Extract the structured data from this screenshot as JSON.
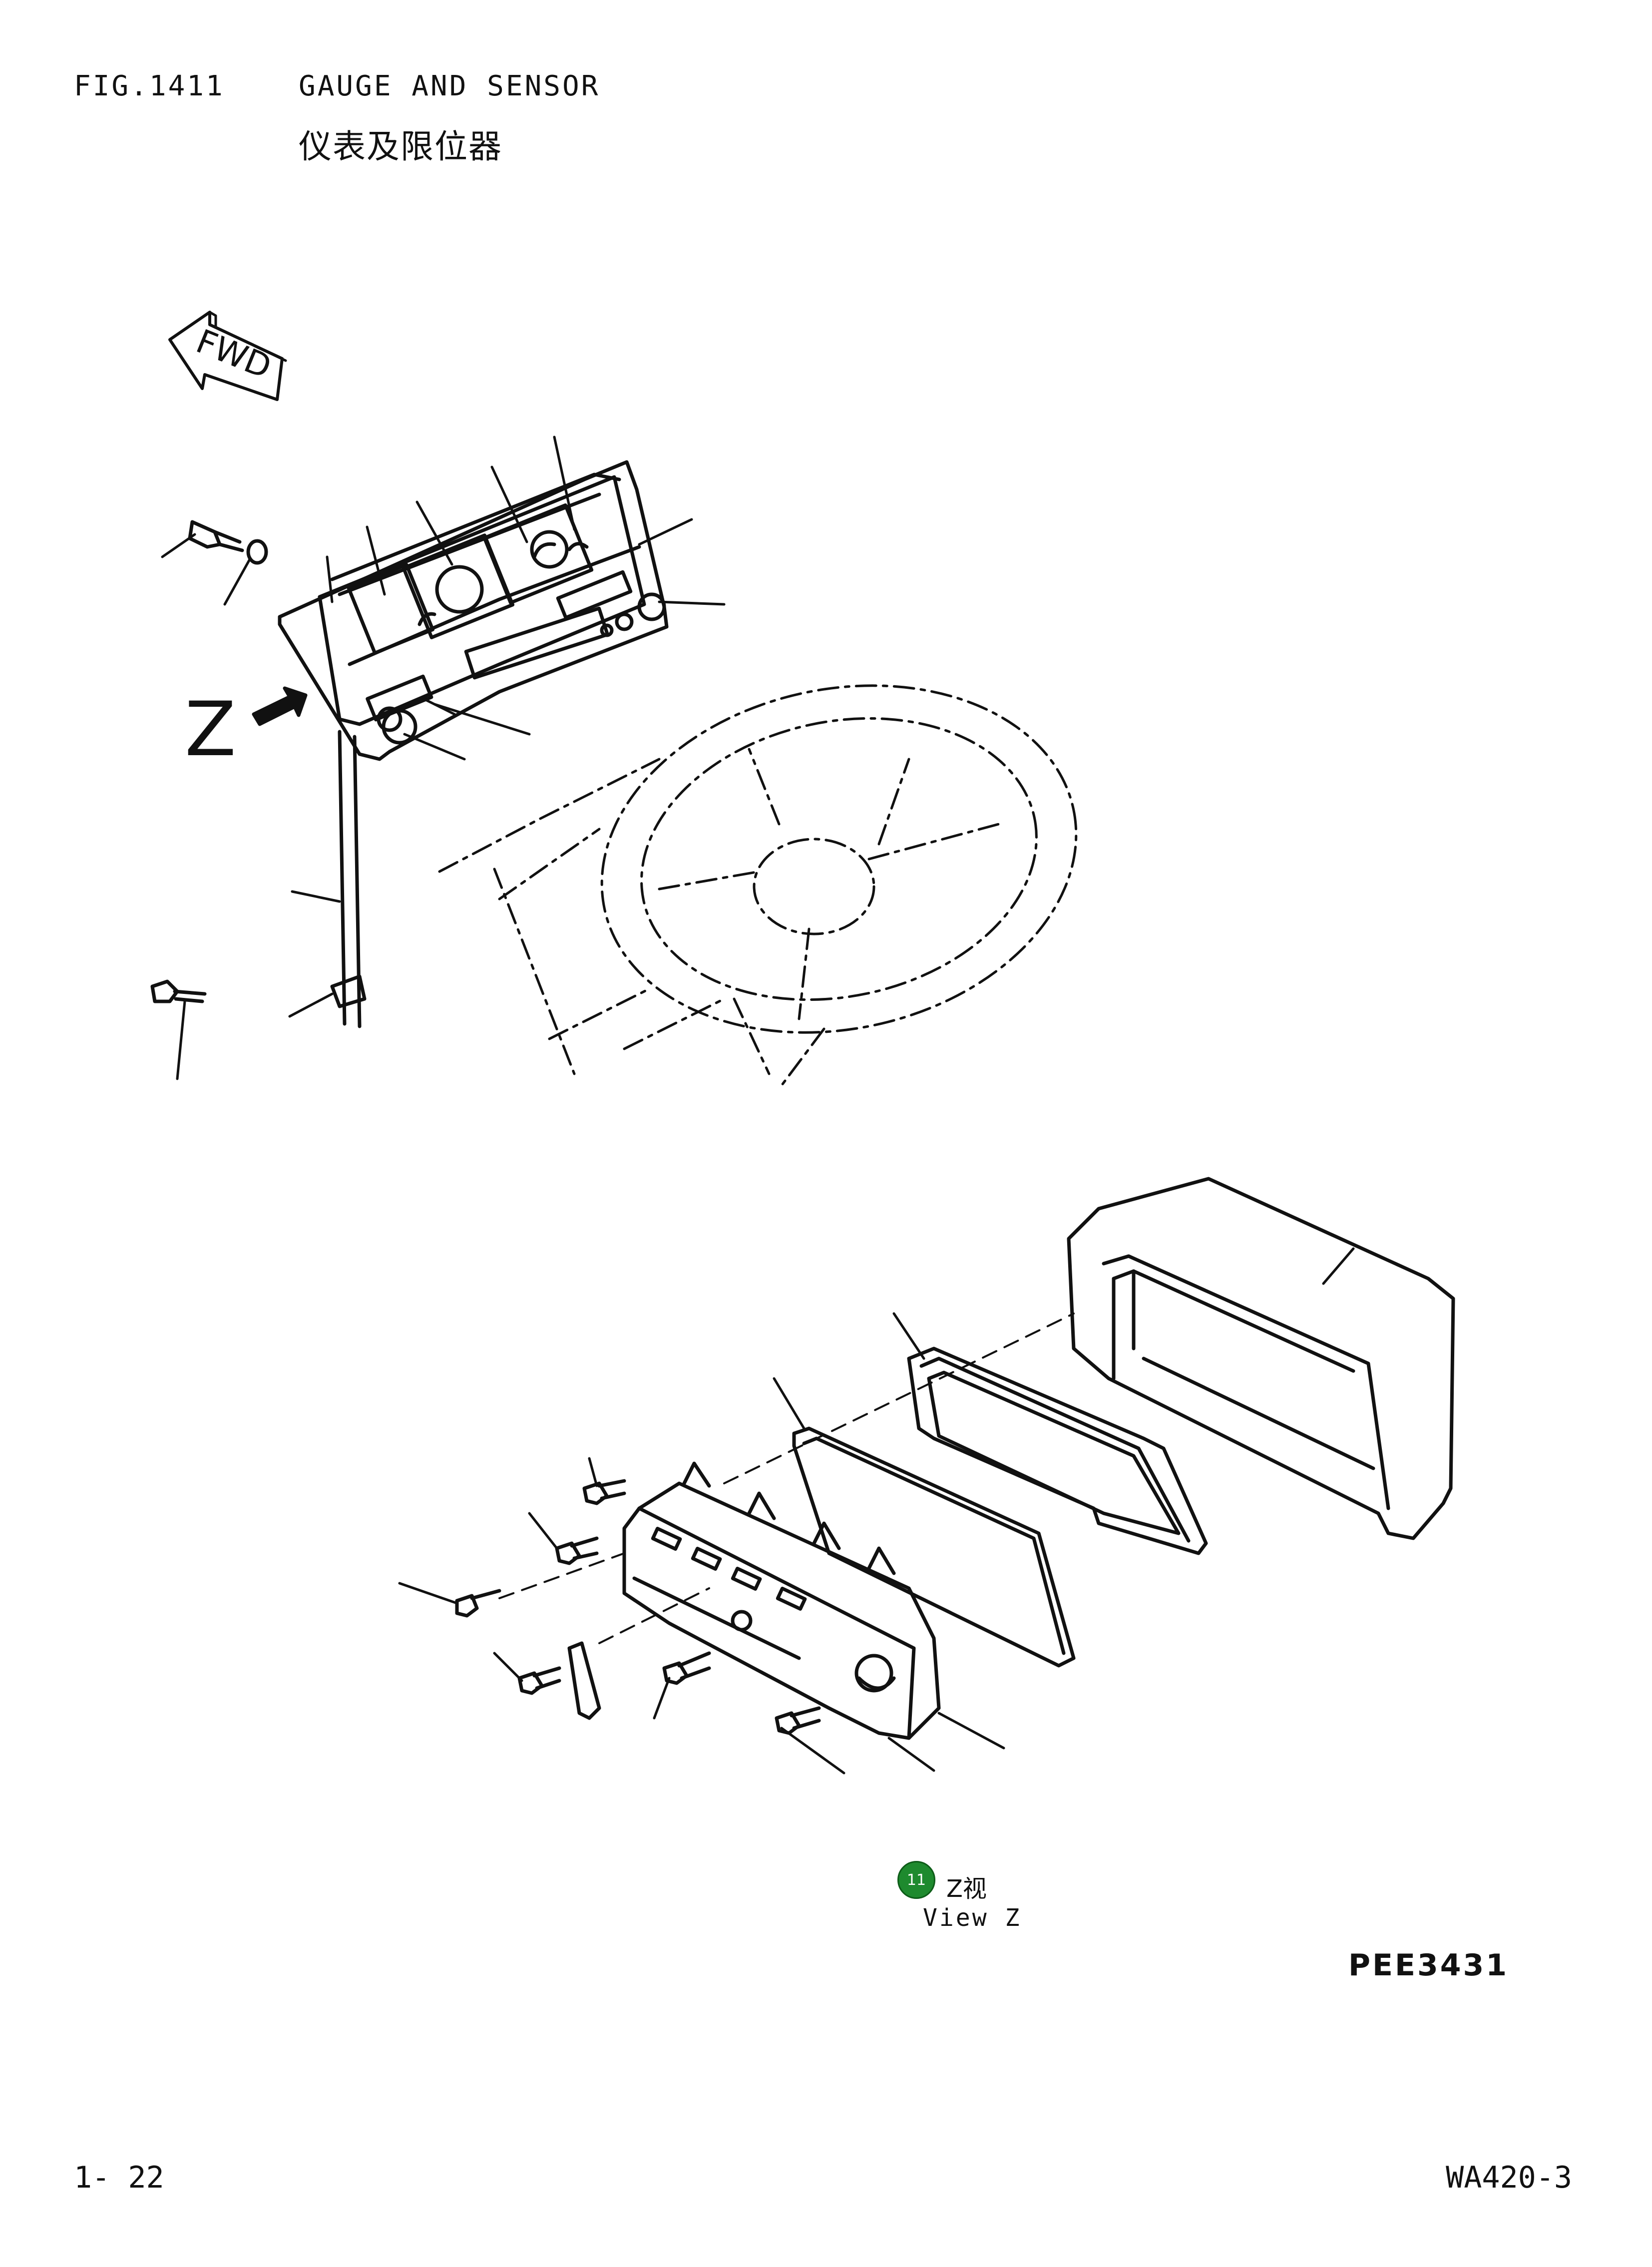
{
  "header": {
    "fig_number": "FIG.1411",
    "title": "GAUGE AND SENSOR",
    "title_cn": "仪表及限位器"
  },
  "upper_view": {
    "fwd_label": "FWD",
    "z_label": "Z"
  },
  "lower_view": {
    "callout_number": "11",
    "view_label_cn": "Z视",
    "view_label_en": "View Z"
  },
  "drawing_code": "PEE3431",
  "footer": {
    "page_number": "1- 22",
    "model": "WA420-3"
  },
  "colors": {
    "line": "#111111",
    "callout_badge": "#1e8a2e"
  }
}
